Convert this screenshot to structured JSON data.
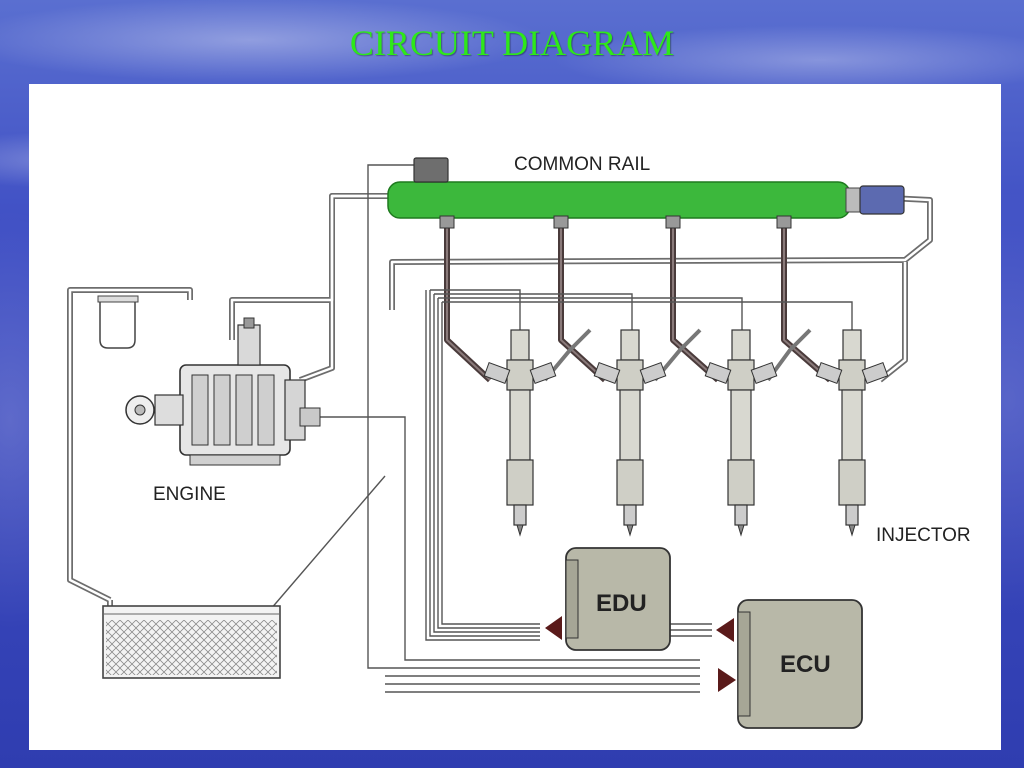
{
  "title": "CIRCUIT DIAGRAM",
  "labels": {
    "common_rail": "COMMON RAIL",
    "engine": "ENGINE",
    "injector": "INJECTOR",
    "edu": "EDU",
    "ecu": "ECU"
  },
  "colors": {
    "rail": "#3cb83c",
    "background_slide": "#3f4fc4",
    "title": "#2ee81a",
    "unit_box": "#b8b8a8",
    "arrow": "#5a1a1a"
  }
}
